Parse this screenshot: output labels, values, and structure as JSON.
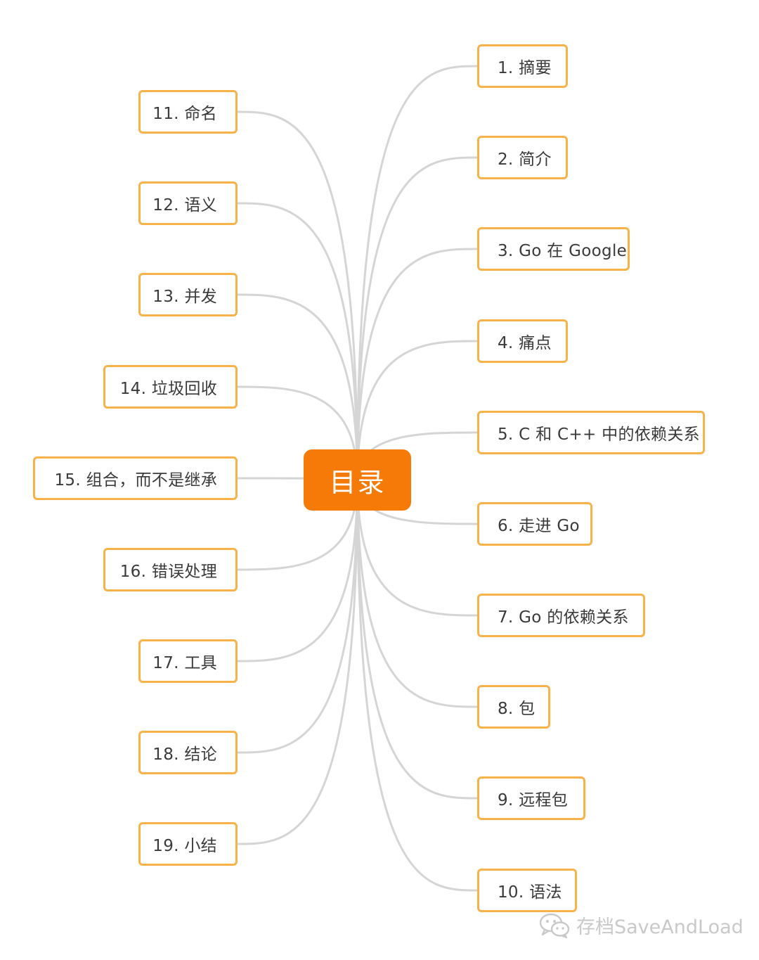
{
  "center": {
    "label": "目录"
  },
  "left_nodes": [
    {
      "label": "11. 命名"
    },
    {
      "label": "12. 语义"
    },
    {
      "label": "13. 并发"
    },
    {
      "label": "14. 垃圾回收"
    },
    {
      "label": "15. 组合，而不是继承"
    },
    {
      "label": "16. 错误处理"
    },
    {
      "label": "17. 工具"
    },
    {
      "label": "18. 结论"
    },
    {
      "label": "19. 小结"
    }
  ],
  "right_nodes": [
    {
      "label": "1. 摘要"
    },
    {
      "label": "2. 简介"
    },
    {
      "label": "3. Go 在 Google"
    },
    {
      "label": "4. 痛点"
    },
    {
      "label": "5. C 和 C++ 中的依赖关系"
    },
    {
      "label": "6. 走进 Go"
    },
    {
      "label": "7. Go 的依赖关系"
    },
    {
      "label": "8. 包"
    },
    {
      "label": "9. 远程包"
    },
    {
      "label": "10. 语法"
    }
  ],
  "watermark": {
    "icon": "wechat-icon",
    "text": "存档SaveAndLoad"
  },
  "colors": {
    "center_fill": "#f57a07",
    "node_border": "#f7b24a",
    "connector": "#d5d5d5",
    "text": "#3a3a3a"
  }
}
